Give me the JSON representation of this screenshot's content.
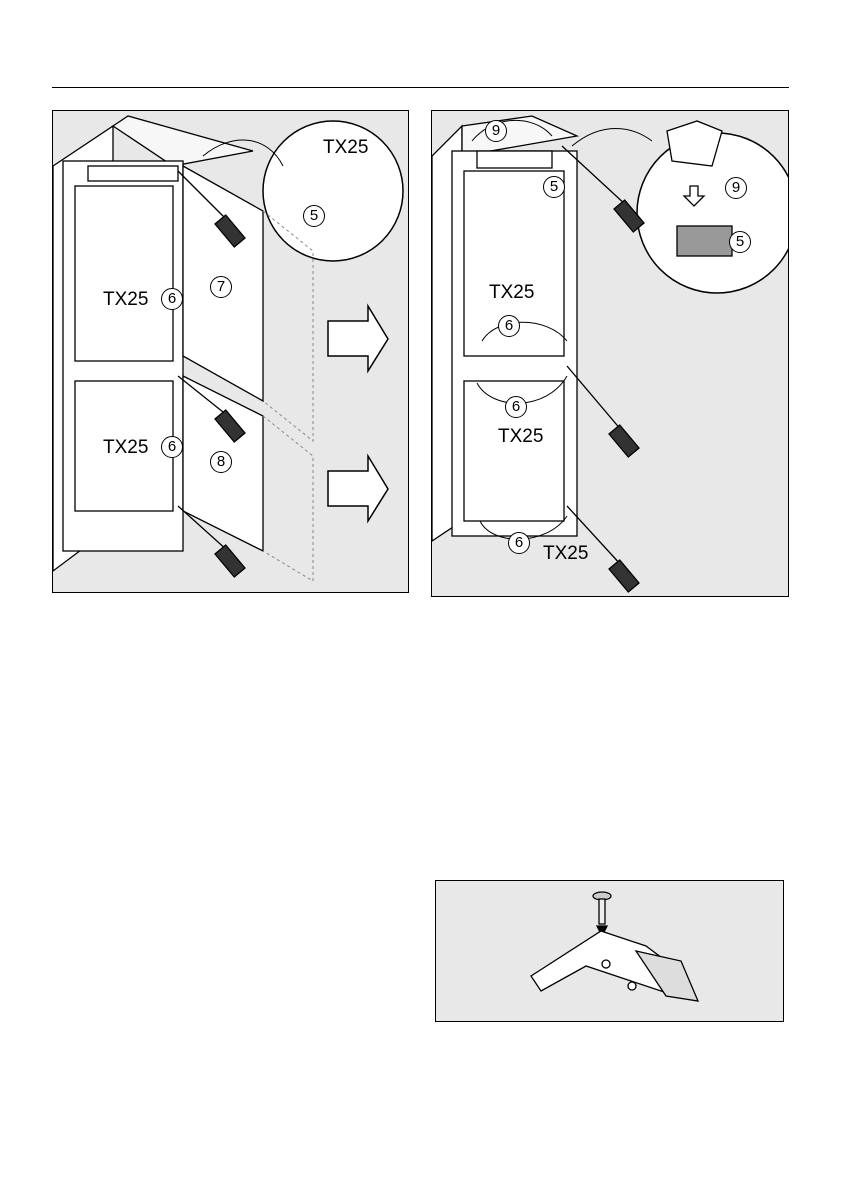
{
  "figure_left": {
    "callouts": [
      "7",
      "8",
      "6",
      "6",
      "5"
    ],
    "tool_labels": [
      "TX25",
      "TX25",
      "TX25"
    ]
  },
  "figure_right": {
    "callouts": [
      "9",
      "5",
      "9",
      "5",
      "6",
      "6",
      "6"
    ],
    "tool_labels": [
      "TX25",
      "TX25",
      "TX25"
    ]
  }
}
